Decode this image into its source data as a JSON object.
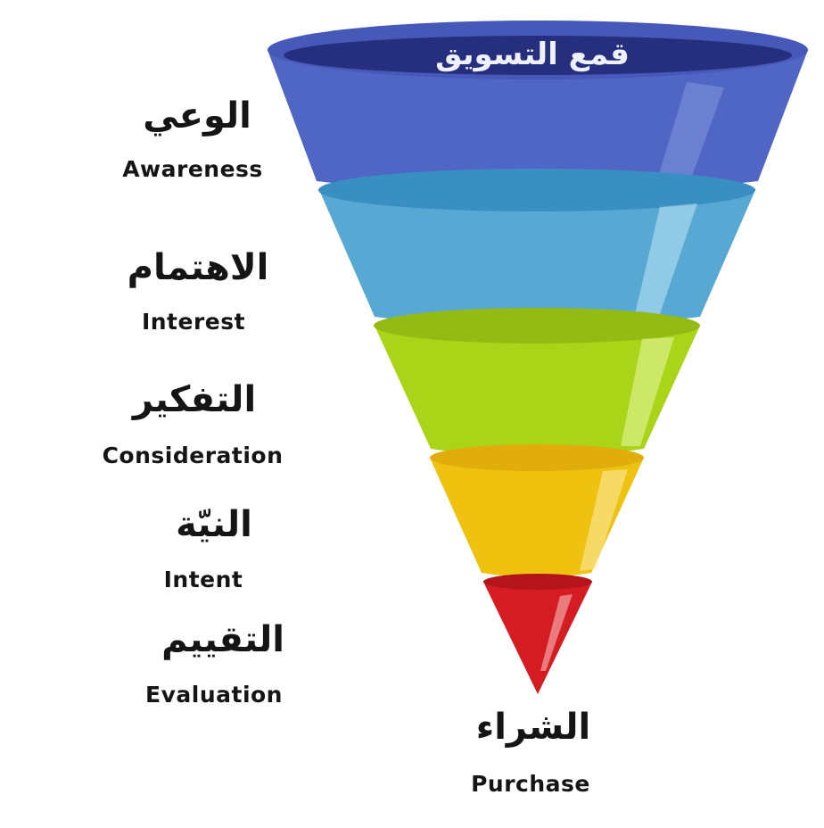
{
  "diagram": {
    "title": "قمع التسويق",
    "stages": [
      {
        "arabic": "الوعي",
        "english": "Awareness",
        "color": "#4f66c4"
      },
      {
        "arabic": "الاهتمام",
        "english": "Interest",
        "color": "#58a8d4"
      },
      {
        "arabic": "التفكير",
        "english": "Consideration",
        "color": "#a9d418"
      },
      {
        "arabic": "النيّة",
        "english": "Intent",
        "color": "#eec20e"
      },
      {
        "arabic": "التقييم",
        "english": "Evaluation",
        "color": "#d41c22"
      }
    ],
    "final_stage": {
      "arabic": "الشراء",
      "english": "Purchase"
    }
  }
}
